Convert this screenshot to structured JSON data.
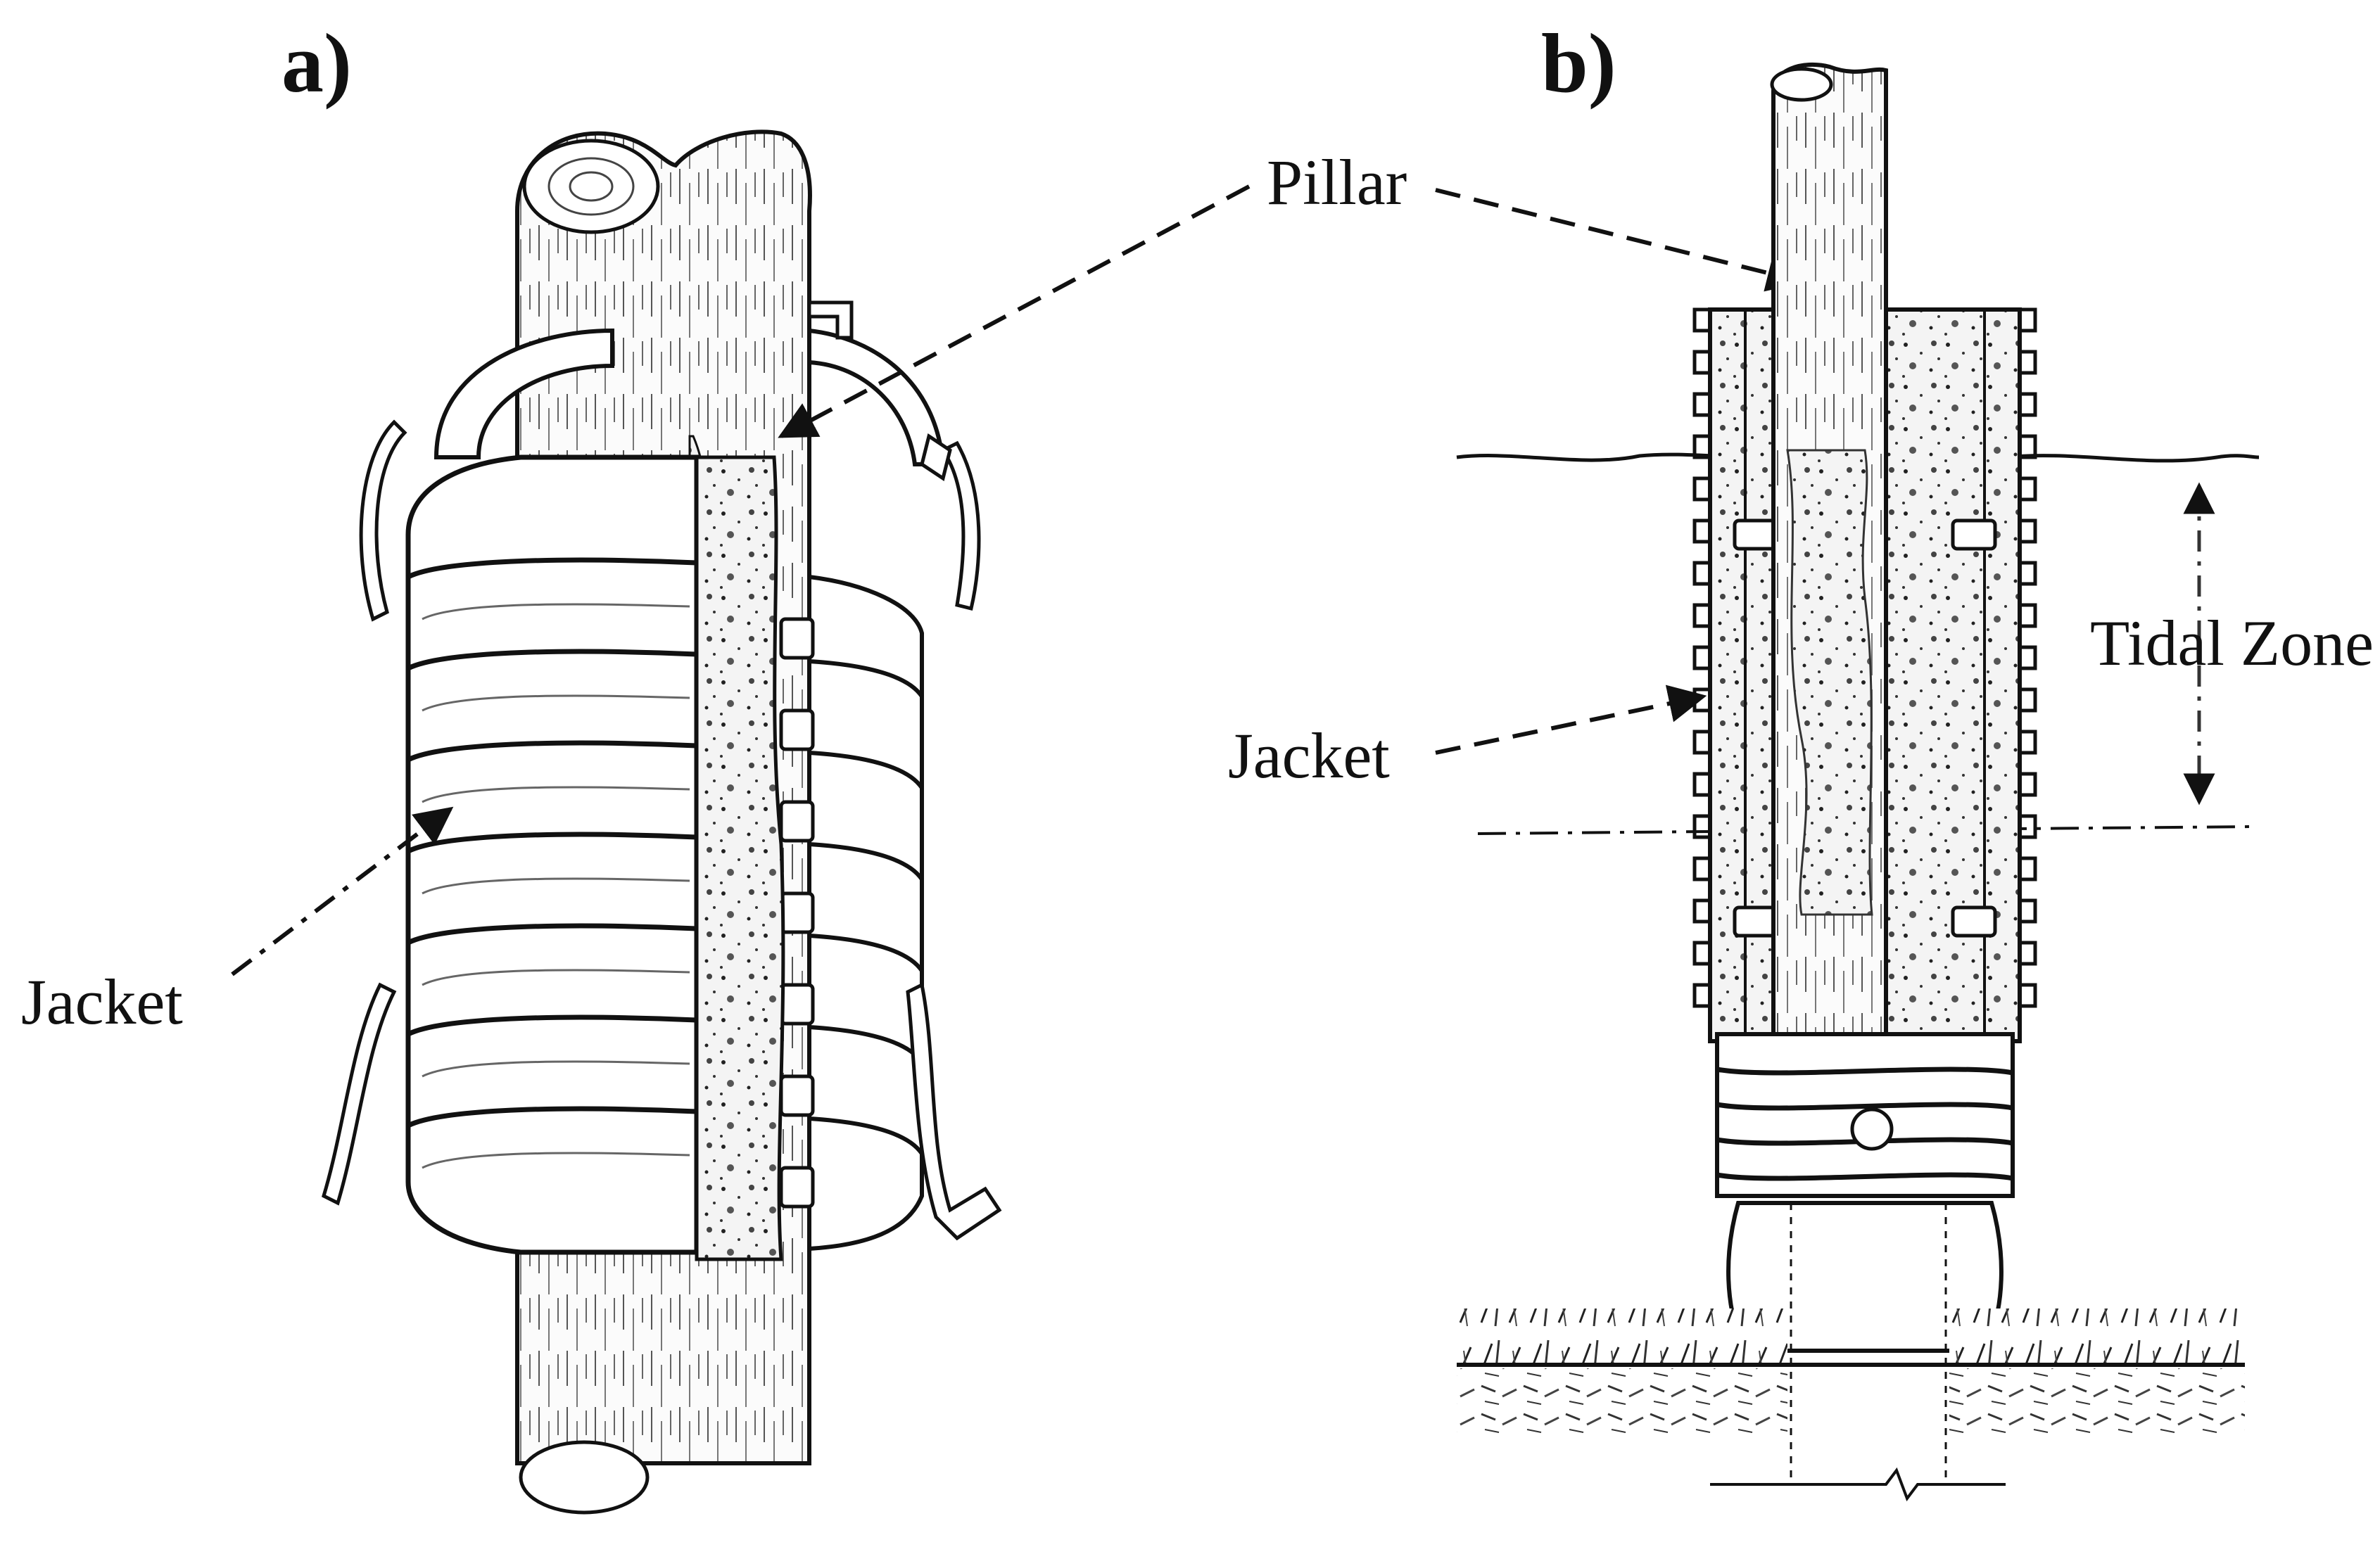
{
  "figure": {
    "panel_a": {
      "label": "a)",
      "callouts": {
        "pillar": "Pillar",
        "jacket": "Jacket"
      }
    },
    "panel_b": {
      "label": "b)",
      "callouts": {
        "jacket": "Jacket",
        "tidal_zone": "Tidal Zone"
      }
    }
  },
  "colors": {
    "ink": "#111111",
    "paper": "#ffffff",
    "shade": "#dcdcdc"
  }
}
